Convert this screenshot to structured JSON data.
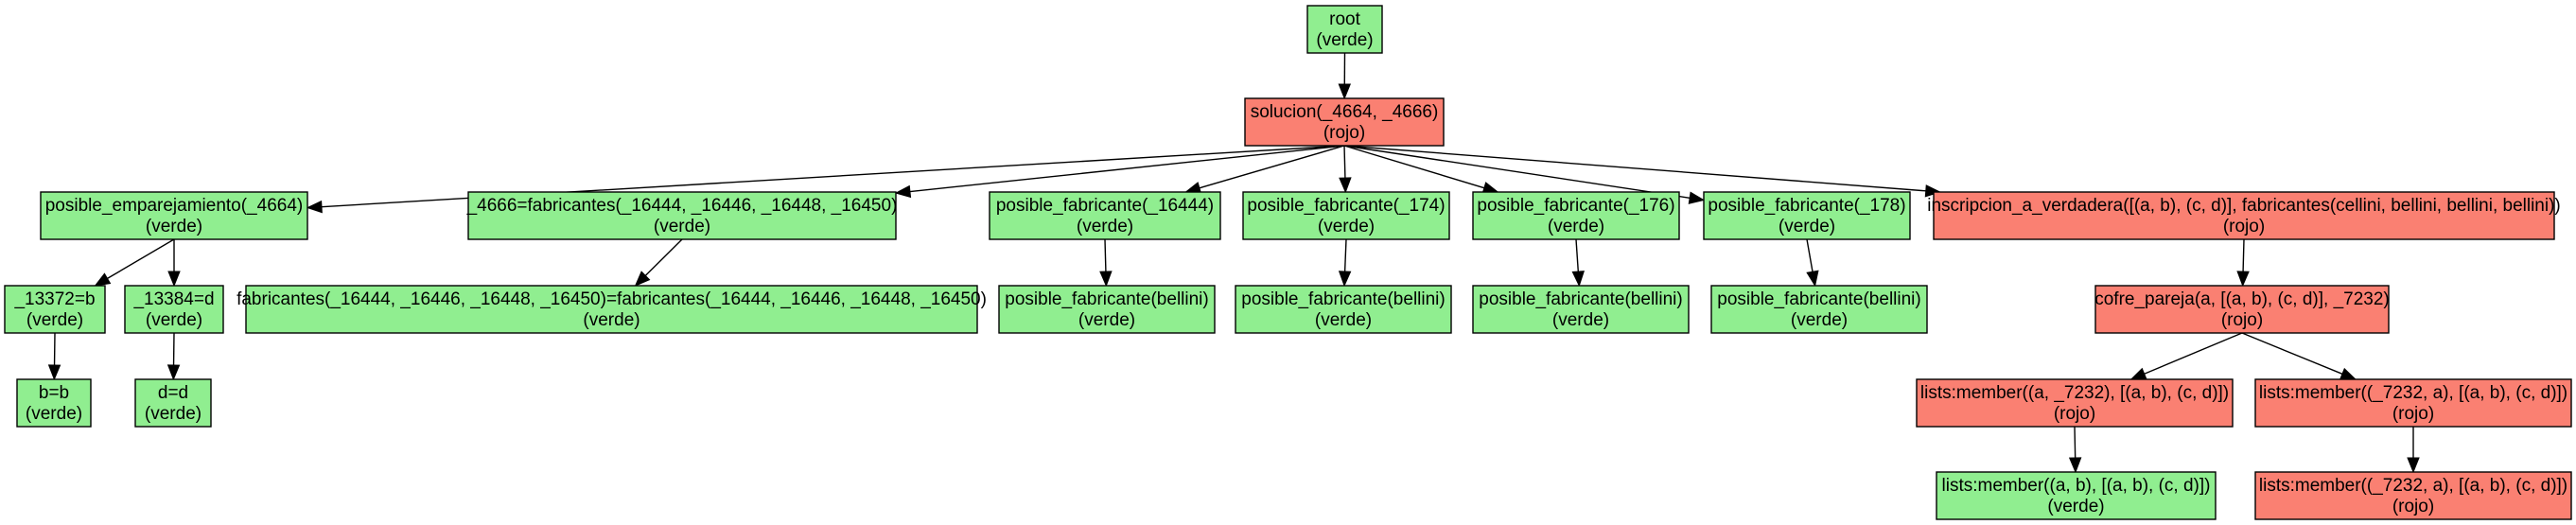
{
  "colors": {
    "verde": "#90ee90",
    "rojo": "#fa8072",
    "border": "#000000"
  },
  "nodes": [
    {
      "id": "root",
      "label": "root",
      "status": "(verde)",
      "color": "verde"
    },
    {
      "id": "solucion",
      "label": "solucion(_4664, _4666)",
      "status": "(rojo)",
      "color": "rojo"
    },
    {
      "id": "posible_emparejamiento",
      "label": "posible_emparejamiento(_4664)",
      "status": "(verde)",
      "color": "verde"
    },
    {
      "id": "eq_fabricantes",
      "label": "_4666=fabricantes(_16444, _16446, _16448, _16450)",
      "status": "(verde)",
      "color": "verde"
    },
    {
      "id": "pf_16444",
      "label": "posible_fabricante(_16444)",
      "status": "(verde)",
      "color": "verde"
    },
    {
      "id": "pf_174",
      "label": "posible_fabricante(_174)",
      "status": "(verde)",
      "color": "verde"
    },
    {
      "id": "pf_176",
      "label": "posible_fabricante(_176)",
      "status": "(verde)",
      "color": "verde"
    },
    {
      "id": "pf_178",
      "label": "posible_fabricante(_178)",
      "status": "(verde)",
      "color": "verde"
    },
    {
      "id": "inscripcion",
      "label": "inscripcion_a_verdadera([(a, b), (c, d)], fabricantes(cellini, bellini, bellini, bellini))",
      "status": "(rojo)",
      "color": "rojo"
    },
    {
      "id": "eq_13372",
      "label": "_13372=b",
      "status": "(verde)",
      "color": "verde"
    },
    {
      "id": "eq_13384",
      "label": "_13384=d",
      "status": "(verde)",
      "color": "verde"
    },
    {
      "id": "fab_eq",
      "label": "fabricantes(_16444, _16446, _16448, _16450)=fabricantes(_16444, _16446, _16448, _16450)",
      "status": "(verde)",
      "color": "verde"
    },
    {
      "id": "pf_bellini_1",
      "label": "posible_fabricante(bellini)",
      "status": "(verde)",
      "color": "verde"
    },
    {
      "id": "pf_bellini_2",
      "label": "posible_fabricante(bellini)",
      "status": "(verde)",
      "color": "verde"
    },
    {
      "id": "pf_bellini_3",
      "label": "posible_fabricante(bellini)",
      "status": "(verde)",
      "color": "verde"
    },
    {
      "id": "pf_bellini_4",
      "label": "posible_fabricante(bellini)",
      "status": "(verde)",
      "color": "verde"
    },
    {
      "id": "cofre",
      "label": "cofre_pareja(a, [(a, b), (c, d)], _7232)",
      "status": "(rojo)",
      "color": "rojo"
    },
    {
      "id": "b_eq_b",
      "label": "b=b",
      "status": "(verde)",
      "color": "verde"
    },
    {
      "id": "d_eq_d",
      "label": "d=d",
      "status": "(verde)",
      "color": "verde"
    },
    {
      "id": "member_a_7232",
      "label": "lists:member((a, _7232), [(a, b), (c, d)])",
      "status": "(rojo)",
      "color": "rojo"
    },
    {
      "id": "member_7232_a",
      "label": "lists:member((_7232, a), [(a, b), (c, d)])",
      "status": "(rojo)",
      "color": "rojo"
    },
    {
      "id": "member_a_b",
      "label": "lists:member((a, b), [(a, b), (c, d)])",
      "status": "(verde)",
      "color": "verde"
    },
    {
      "id": "member_7232_a_2",
      "label": "lists:member((_7232, a), [(a, b), (c, d)])",
      "status": "(rojo)",
      "color": "rojo"
    }
  ],
  "edges": [
    {
      "from": "root",
      "to": "solucion"
    },
    {
      "from": "solucion",
      "to": "posible_emparejamiento"
    },
    {
      "from": "solucion",
      "to": "eq_fabricantes"
    },
    {
      "from": "solucion",
      "to": "pf_16444"
    },
    {
      "from": "solucion",
      "to": "pf_174"
    },
    {
      "from": "solucion",
      "to": "pf_176"
    },
    {
      "from": "solucion",
      "to": "pf_178"
    },
    {
      "from": "solucion",
      "to": "inscripcion"
    },
    {
      "from": "posible_emparejamiento",
      "to": "eq_13372"
    },
    {
      "from": "posible_emparejamiento",
      "to": "eq_13384"
    },
    {
      "from": "eq_13372",
      "to": "b_eq_b"
    },
    {
      "from": "eq_13384",
      "to": "d_eq_d"
    },
    {
      "from": "eq_fabricantes",
      "to": "fab_eq"
    },
    {
      "from": "pf_16444",
      "to": "pf_bellini_1"
    },
    {
      "from": "pf_174",
      "to": "pf_bellini_2"
    },
    {
      "from": "pf_176",
      "to": "pf_bellini_3"
    },
    {
      "from": "pf_178",
      "to": "pf_bellini_4"
    },
    {
      "from": "inscripcion",
      "to": "cofre"
    },
    {
      "from": "cofre",
      "to": "member_a_7232"
    },
    {
      "from": "cofre",
      "to": "member_7232_a"
    },
    {
      "from": "member_a_7232",
      "to": "member_a_b"
    },
    {
      "from": "member_7232_a",
      "to": "member_7232_a_2"
    }
  ]
}
